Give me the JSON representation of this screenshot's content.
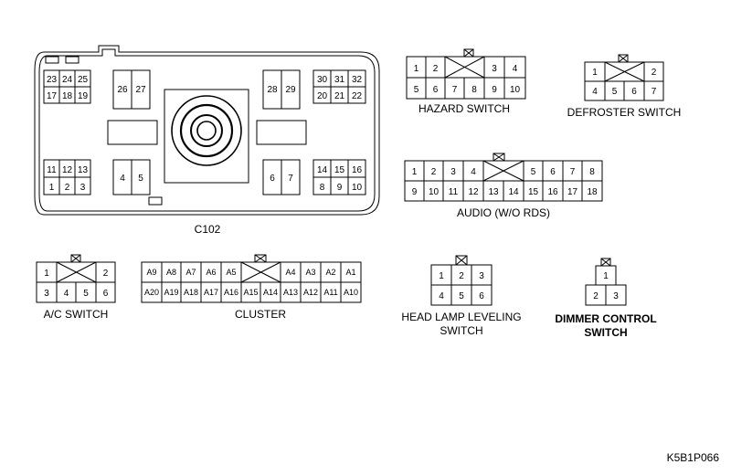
{
  "figure_code": "K5B1P066",
  "c102": {
    "label": "C102",
    "pins": {
      "p1": "1",
      "p2": "2",
      "p3": "3",
      "p4": "4",
      "p5": "5",
      "p6": "6",
      "p7": "7",
      "p8": "8",
      "p9": "9",
      "p10": "10",
      "p11": "11",
      "p12": "12",
      "p13": "13",
      "p14": "14",
      "p15": "15",
      "p16": "16",
      "p17": "17",
      "p18": "18",
      "p19": "19",
      "p20": "20",
      "p21": "21",
      "p22": "22",
      "p23": "23",
      "p24": "24",
      "p25": "25",
      "p26": "26",
      "p27": "27",
      "p28": "28",
      "p29": "29",
      "p30": "30",
      "p31": "31",
      "p32": "32"
    }
  },
  "hazard": {
    "label": "HAZARD SWITCH",
    "pins": {
      "p1": "1",
      "p2": "2",
      "p3": "3",
      "p4": "4",
      "p5": "5",
      "p6": "6",
      "p7": "7",
      "p8": "8",
      "p9": "9",
      "p10": "10"
    }
  },
  "defroster": {
    "label": "DEFROSTER SWITCH",
    "pins": {
      "p1": "1",
      "p2": "2",
      "p4": "4",
      "p5": "5",
      "p6": "6",
      "p7": "7"
    }
  },
  "audio": {
    "label": "AUDIO (W/O RDS)",
    "pins": {
      "p1": "1",
      "p2": "2",
      "p3": "3",
      "p4": "4",
      "p5": "5",
      "p6": "6",
      "p7": "7",
      "p8": "8",
      "p9": "9",
      "p10": "10",
      "p11": "11",
      "p12": "12",
      "p13": "13",
      "p14": "14",
      "p15": "15",
      "p16": "16",
      "p17": "17",
      "p18": "18"
    }
  },
  "ac": {
    "label": "A/C SWITCH",
    "pins": {
      "p1": "1",
      "p2": "2",
      "p3": "3",
      "p4": "4",
      "p5": "5",
      "p6": "6"
    }
  },
  "cluster": {
    "label": "CLUSTER",
    "pins": {
      "a1": "A1",
      "a2": "A2",
      "a3": "A3",
      "a4": "A4",
      "a5": "A5",
      "a6": "A6",
      "a7": "A7",
      "a8": "A8",
      "a9": "A9",
      "a10": "A10",
      "a11": "A11",
      "a12": "A12",
      "a13": "A13",
      "a14": "A14",
      "a15": "A15",
      "a16": "A16",
      "a17": "A17",
      "a18": "A18",
      "a19": "A19",
      "a20": "A20"
    }
  },
  "headlamp": {
    "label_line1": "HEAD LAMP LEVELING",
    "label_line2": "SWITCH",
    "pins": {
      "p1": "1",
      "p2": "2",
      "p3": "3",
      "p4": "4",
      "p5": "5",
      "p6": "6"
    }
  },
  "dimmer": {
    "label_line1": "DIMMER CONTROL",
    "label_line2": "SWITCH",
    "pins": {
      "p1": "1",
      "p2": "2",
      "p3": "3"
    }
  }
}
